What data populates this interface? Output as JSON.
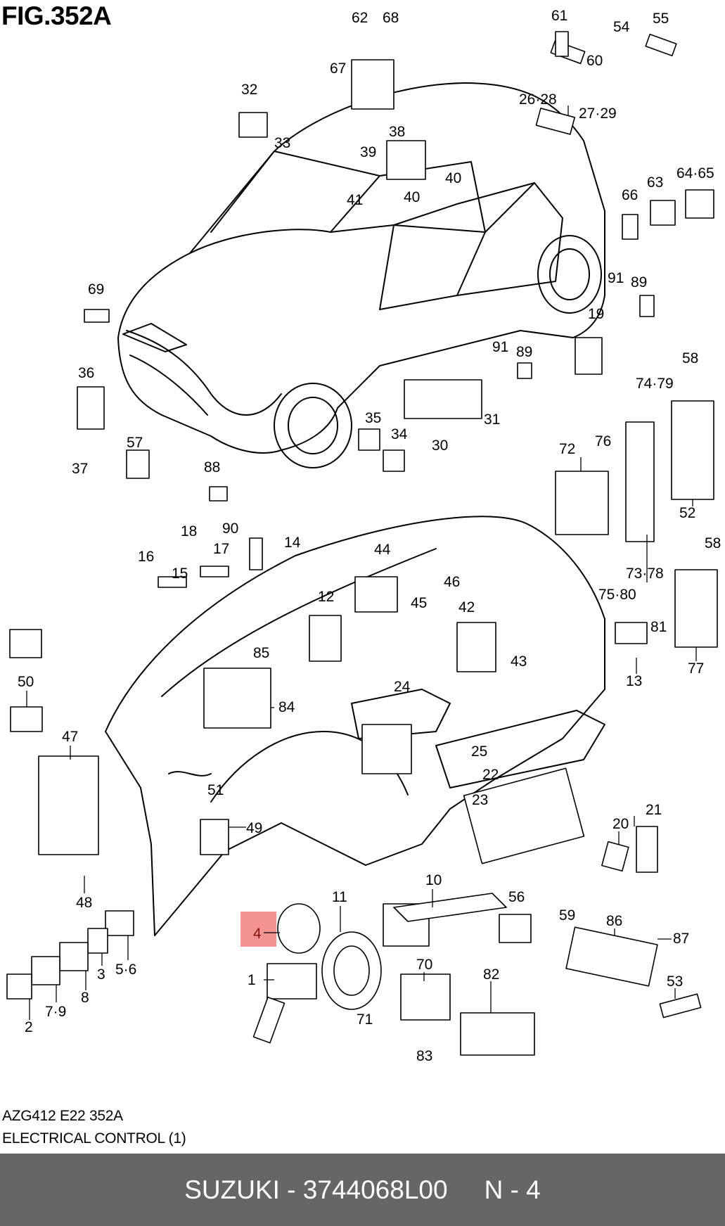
{
  "figure": {
    "title": "FIG.352A",
    "code": "AZG412 E22 352A",
    "caption": "ELECTRICAL CONTROL (1)"
  },
  "highlight": {
    "part_number_callout": "4",
    "color": "#f06a6a"
  },
  "footer": {
    "brand": "SUZUKI",
    "separator": " - ",
    "part_number": "3744068L00",
    "ref": "N - 4",
    "background": "#666666"
  },
  "callouts": [
    {
      "id": "c1",
      "label": "1"
    },
    {
      "id": "c2",
      "label": "2"
    },
    {
      "id": "c3",
      "label": "3"
    },
    {
      "id": "c4",
      "label": "4"
    },
    {
      "id": "c56",
      "label": "5·6"
    },
    {
      "id": "c79",
      "label": "7·9"
    },
    {
      "id": "c8",
      "label": "8"
    },
    {
      "id": "c10",
      "label": "10"
    },
    {
      "id": "c11",
      "label": "11"
    },
    {
      "id": "c12",
      "label": "12"
    },
    {
      "id": "c13",
      "label": "13"
    },
    {
      "id": "c14",
      "label": "14"
    },
    {
      "id": "c15",
      "label": "15"
    },
    {
      "id": "c16",
      "label": "16"
    },
    {
      "id": "c17",
      "label": "17"
    },
    {
      "id": "c18",
      "label": "18"
    },
    {
      "id": "c19",
      "label": "19"
    },
    {
      "id": "c20",
      "label": "20"
    },
    {
      "id": "c21",
      "label": "21"
    },
    {
      "id": "c22",
      "label": "22"
    },
    {
      "id": "c23",
      "label": "23"
    },
    {
      "id": "c24",
      "label": "24"
    },
    {
      "id": "c25",
      "label": "25"
    },
    {
      "id": "c2628",
      "label": "26·28"
    },
    {
      "id": "c2729",
      "label": "27·29"
    },
    {
      "id": "c30",
      "label": "30"
    },
    {
      "id": "c31",
      "label": "31"
    },
    {
      "id": "c32",
      "label": "32"
    },
    {
      "id": "c33",
      "label": "33"
    },
    {
      "id": "c34",
      "label": "34"
    },
    {
      "id": "c35",
      "label": "35"
    },
    {
      "id": "c36",
      "label": "36"
    },
    {
      "id": "c37",
      "label": "37"
    },
    {
      "id": "c38",
      "label": "38"
    },
    {
      "id": "c39",
      "label": "39"
    },
    {
      "id": "c40a",
      "label": "40"
    },
    {
      "id": "c40b",
      "label": "40"
    },
    {
      "id": "c41",
      "label": "41"
    },
    {
      "id": "c42",
      "label": "42"
    },
    {
      "id": "c43",
      "label": "43"
    },
    {
      "id": "c44",
      "label": "44"
    },
    {
      "id": "c45",
      "label": "45"
    },
    {
      "id": "c46",
      "label": "46"
    },
    {
      "id": "c47",
      "label": "47"
    },
    {
      "id": "c48",
      "label": "48"
    },
    {
      "id": "c49",
      "label": "49"
    },
    {
      "id": "c50",
      "label": "50"
    },
    {
      "id": "c51",
      "label": "51"
    },
    {
      "id": "c52",
      "label": "52"
    },
    {
      "id": "c53",
      "label": "53"
    },
    {
      "id": "c54",
      "label": "54"
    },
    {
      "id": "c55",
      "label": "55"
    },
    {
      "id": "c56b",
      "label": "56"
    },
    {
      "id": "c57",
      "label": "57"
    },
    {
      "id": "c58a",
      "label": "58"
    },
    {
      "id": "c58b",
      "label": "58"
    },
    {
      "id": "c59",
      "label": "59"
    },
    {
      "id": "c60",
      "label": "60"
    },
    {
      "id": "c61",
      "label": "61"
    },
    {
      "id": "c62",
      "label": "62"
    },
    {
      "id": "c63",
      "label": "63"
    },
    {
      "id": "c6465",
      "label": "64·65"
    },
    {
      "id": "c66",
      "label": "66"
    },
    {
      "id": "c67",
      "label": "67"
    },
    {
      "id": "c68",
      "label": "68"
    },
    {
      "id": "c69",
      "label": "69"
    },
    {
      "id": "c70",
      "label": "70"
    },
    {
      "id": "c71",
      "label": "71"
    },
    {
      "id": "c72",
      "label": "72"
    },
    {
      "id": "c7378",
      "label": "73·78"
    },
    {
      "id": "c7479",
      "label": "74·79"
    },
    {
      "id": "c7580",
      "label": "75·80"
    },
    {
      "id": "c76",
      "label": "76"
    },
    {
      "id": "c77",
      "label": "77"
    },
    {
      "id": "c81",
      "label": "81"
    },
    {
      "id": "c82",
      "label": "82"
    },
    {
      "id": "c83",
      "label": "83"
    },
    {
      "id": "c84",
      "label": "84"
    },
    {
      "id": "c85",
      "label": "85"
    },
    {
      "id": "c86",
      "label": "86"
    },
    {
      "id": "c87",
      "label": "87"
    },
    {
      "id": "c88",
      "label": "88"
    },
    {
      "id": "c89a",
      "label": "89"
    },
    {
      "id": "c89b",
      "label": "89"
    },
    {
      "id": "c90",
      "label": "90"
    },
    {
      "id": "c91a",
      "label": "91"
    },
    {
      "id": "c91b",
      "label": "91"
    }
  ]
}
